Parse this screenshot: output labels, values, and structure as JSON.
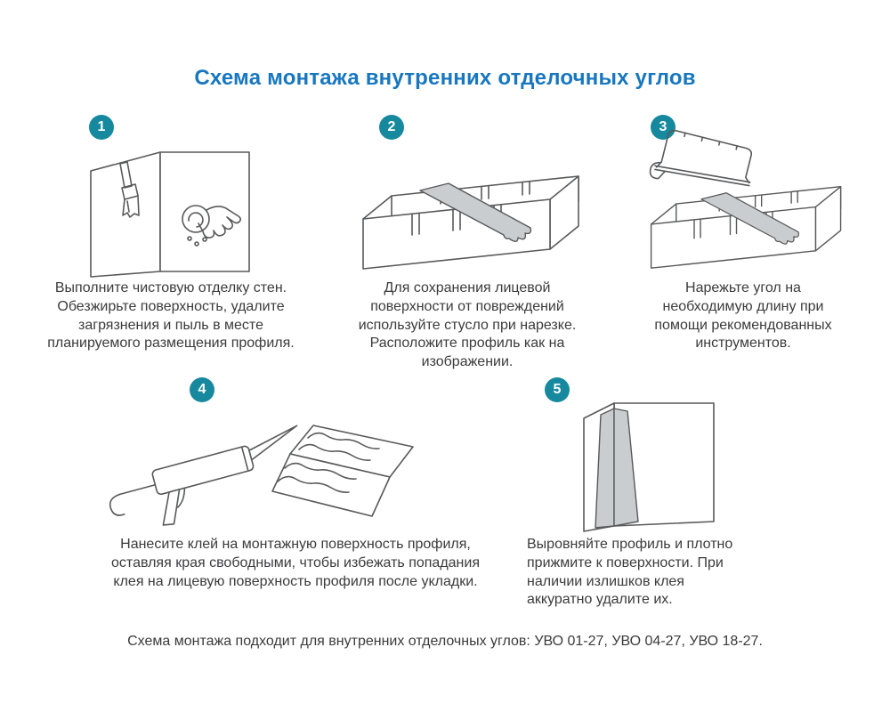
{
  "page": {
    "title": "Схема монтажа внутренних отделочных углов",
    "footer": "Схема монтажа подходит для внутренних отделочных углов: УВО 01-27, УВО 04-27, УВО 18-27."
  },
  "colors": {
    "title": "#1877BF",
    "badge": "#16899E",
    "line": "#58595B",
    "profile_fill": "#C9CDCF",
    "text": "#3B3B3D"
  },
  "steps": [
    {
      "number": "1",
      "illustration": "wall-cleaning-illustration",
      "caption": "Выполните чистовую отделку стен. Обезжирьте поверхность, удалите загрязнения и пыль в месте планируемого размещения профиля."
    },
    {
      "number": "2",
      "illustration": "miter-box-illustration",
      "caption": "Для сохранения лицевой поверхности от повреждений используйте стусло при нарезке. Расположите профиль как на изображении."
    },
    {
      "number": "3",
      "illustration": "sawing-illustration",
      "caption": "Нарежьте угол на необходимую длину при помощи рекомендованных инструментов."
    },
    {
      "number": "4",
      "illustration": "glue-application-illustration",
      "caption": "Нанесите клей на монтажную поверхность профиля, оставляя края свободными, чтобы избежать попадания клея на лицевую поверхность профиля после укладки."
    },
    {
      "number": "5",
      "illustration": "press-profile-illustration",
      "caption": "Выровняйте профиль и плотно прижмите к поверхности. При наличии излишков клея аккуратно удалите их."
    }
  ]
}
